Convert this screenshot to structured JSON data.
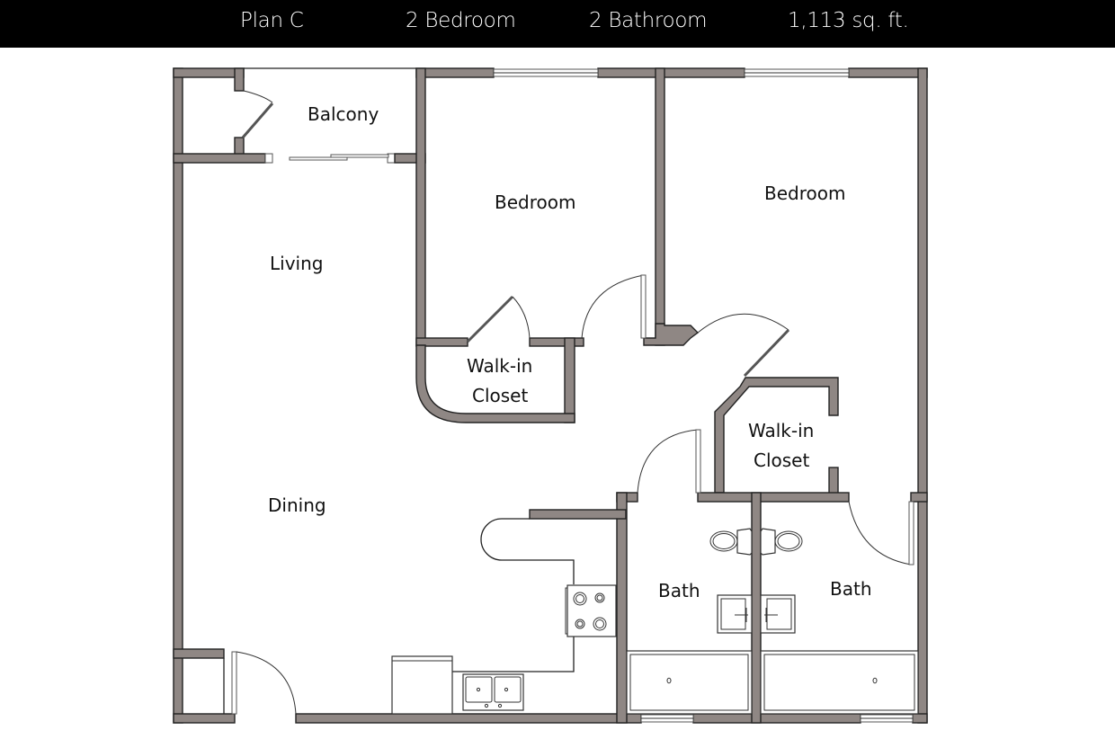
{
  "header": {
    "plan": "Plan C",
    "bedrooms": "2 Bedroom",
    "bathrooms": "2 Bathroom",
    "area": "1,113 sq. ft."
  },
  "rooms": {
    "balcony": "Balcony",
    "living": "Living",
    "dining": "Dining",
    "bedroom_1": "Bedroom",
    "bedroom_2": "Bedroom",
    "closet_1_line1": "Walk-in",
    "closet_1_line2": "Closet",
    "closet_2_line1": "Walk-in",
    "closet_2_line2": "Closet",
    "bath_1": "Bath",
    "bath_2": "Bath"
  },
  "colors": {
    "header_bg": "#000000",
    "header_text": "#ffffff",
    "wall_fill": "#8f8784",
    "wall_outline": "#222222",
    "background": "#ffffff"
  },
  "icons": {
    "stove": "stove-icon",
    "sink": "kitchen-sink-icon",
    "refrigerator": "refrigerator-icon",
    "toilet": "toilet-icon",
    "bathtub": "bathtub-icon",
    "vanity": "vanity-sink-icon",
    "door": "door-swing-icon",
    "window": "window-icon",
    "sliding_door": "sliding-door-icon"
  }
}
